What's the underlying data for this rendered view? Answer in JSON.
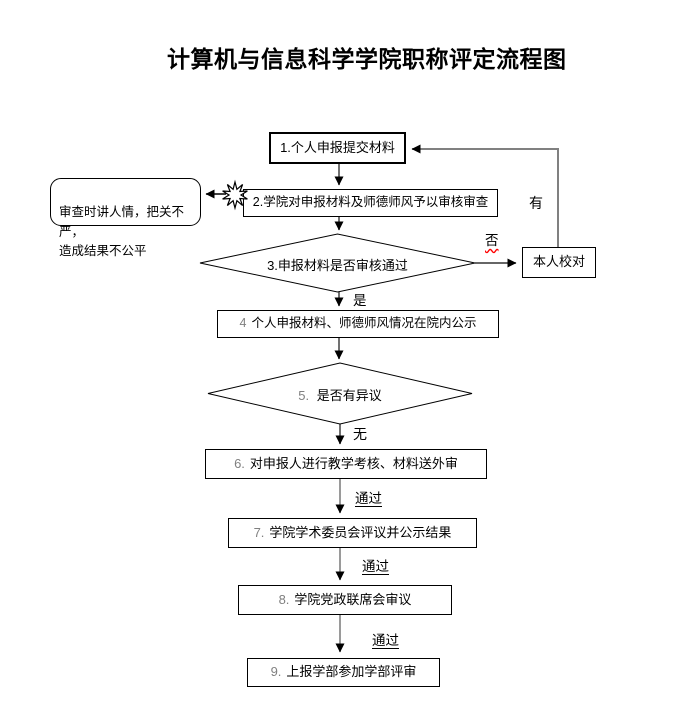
{
  "title": "计算机与信息科学学院职称评定流程图",
  "nodes": {
    "step1": {
      "label": "1.个人申报提交材料"
    },
    "step2": {
      "label": "2.学院对申报材料及师德师风予以审核审查"
    },
    "callout": {
      "label": "审查时讲人情，把关不严，\n造成结果不公平"
    },
    "decision3": {
      "label": "3.申报材料是否审核通过"
    },
    "proofread": {
      "label": "本人校对"
    },
    "step4": {
      "num": "4",
      "label": "个人申报材料、师德师风情况在院内公示"
    },
    "decision5": {
      "num": "5.",
      "label": "是否有异议"
    },
    "step6": {
      "num": "6.",
      "label": "对申报人进行教学考核、材料送外审"
    },
    "step7": {
      "num": "7.",
      "label": "学院学术委员会评议并公示结果"
    },
    "step8": {
      "num": "8.",
      "label": "学院党政联席会审议"
    },
    "step9": {
      "num": "9.",
      "label": "上报学部参加学部评审"
    }
  },
  "edge_labels": {
    "have": "有",
    "no": "否",
    "yes": "是",
    "none": "无",
    "pass1": "通过",
    "pass2": "通过",
    "pass3": "通过"
  },
  "colors": {
    "connector": "#4d4d4d",
    "loop": "#808080",
    "border": "#000000",
    "number_gray": "#808080",
    "squiggle_red": "#ff0000"
  }
}
